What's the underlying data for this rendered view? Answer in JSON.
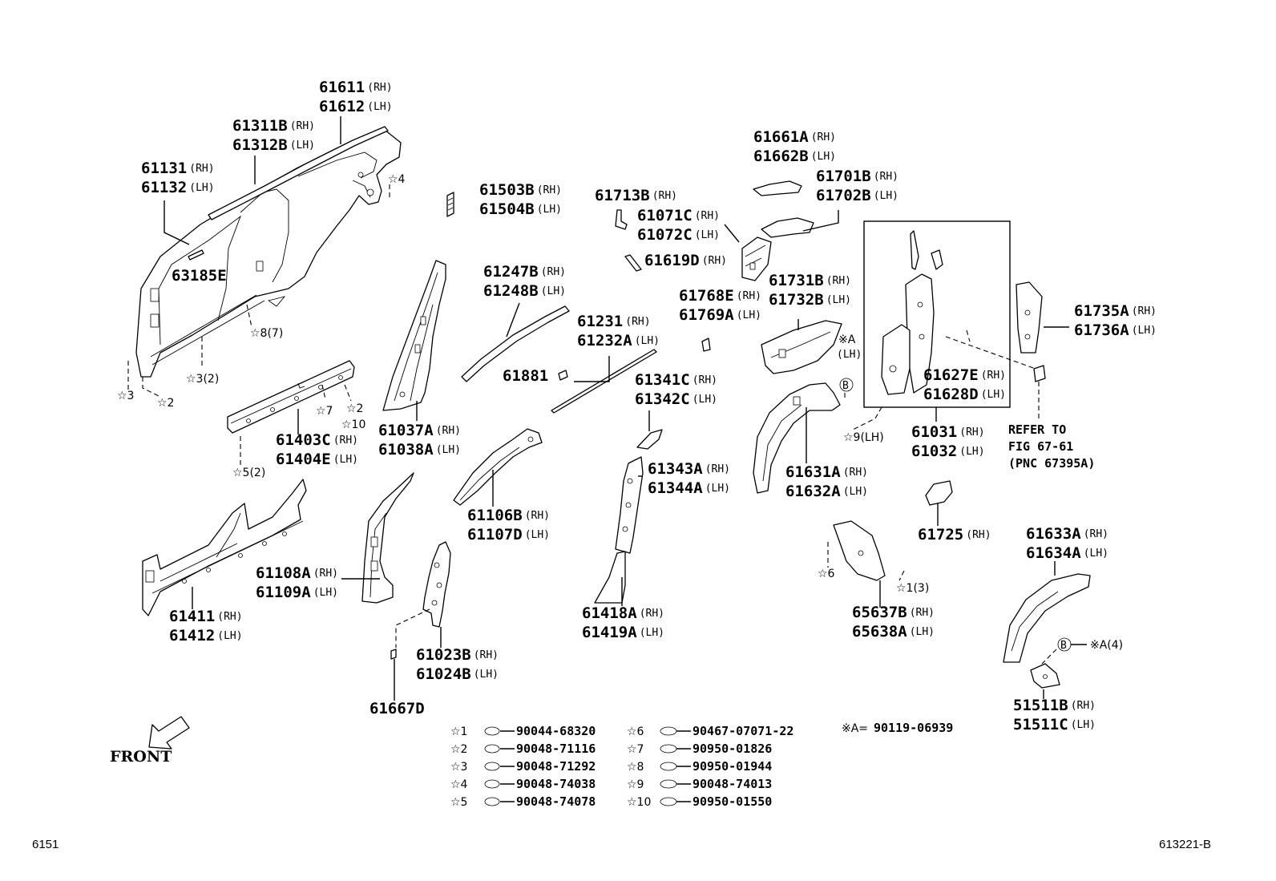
{
  "callouts": [
    {
      "lines": [
        {
          "pn": "61611",
          "side": "(RH)"
        },
        {
          "pn": "61612",
          "side": "(LH)"
        }
      ]
    },
    {
      "lines": [
        {
          "pn": "61311B",
          "side": "(RH)"
        },
        {
          "pn": "61312B",
          "side": "(LH)"
        }
      ]
    },
    {
      "lines": [
        {
          "pn": "61131",
          "side": "(RH)"
        },
        {
          "pn": "61132",
          "side": "(LH)"
        }
      ]
    },
    {
      "lines": [
        {
          "pn": "63185E",
          "side": ""
        }
      ]
    },
    {
      "lines": [
        {
          "pn": "61503B",
          "side": "(RH)"
        },
        {
          "pn": "61504B",
          "side": "(LH)"
        }
      ]
    },
    {
      "lines": [
        {
          "pn": "61713B",
          "side": "(RH)"
        }
      ]
    },
    {
      "lines": [
        {
          "pn": "61071C",
          "side": "(RH)"
        },
        {
          "pn": "61072C",
          "side": "(LH)"
        }
      ]
    },
    {
      "lines": [
        {
          "pn": "61619D",
          "side": "(RH)"
        }
      ]
    },
    {
      "lines": [
        {
          "pn": "61661A",
          "side": "(RH)"
        },
        {
          "pn": "61662B",
          "side": "(LH)"
        }
      ]
    },
    {
      "lines": [
        {
          "pn": "61701B",
          "side": "(RH)"
        },
        {
          "pn": "61702B",
          "side": "(LH)"
        }
      ]
    },
    {
      "lines": [
        {
          "pn": "61247B",
          "side": "(RH)"
        },
        {
          "pn": "61248B",
          "side": "(LH)"
        }
      ]
    },
    {
      "lines": [
        {
          "pn": "61231",
          "side": "(RH)"
        },
        {
          "pn": "61232A",
          "side": "(LH)"
        }
      ]
    },
    {
      "lines": [
        {
          "pn": "61881",
          "side": ""
        }
      ]
    },
    {
      "lines": [
        {
          "pn": "61768E",
          "side": "(RH)"
        },
        {
          "pn": "61769A",
          "side": "(LH)"
        }
      ]
    },
    {
      "lines": [
        {
          "pn": "61731B",
          "side": "(RH)"
        },
        {
          "pn": "61732B",
          "side": "(LH)"
        }
      ]
    },
    {
      "lines": [
        {
          "pn": "61735A",
          "side": "(RH)"
        },
        {
          "pn": "61736A",
          "side": "(LH)"
        }
      ]
    },
    {
      "lines": [
        {
          "pn": "61627E",
          "side": "(RH)"
        },
        {
          "pn": "61628D",
          "side": "(LH)"
        }
      ]
    },
    {
      "lines": [
        {
          "pn": "61031",
          "side": "(RH)"
        },
        {
          "pn": "61032",
          "side": "(LH)"
        }
      ]
    },
    {
      "lines": [
        {
          "pn": "61037A",
          "side": "(RH)"
        },
        {
          "pn": "61038A",
          "side": "(LH)"
        }
      ]
    },
    {
      "lines": [
        {
          "pn": "61403C",
          "side": "(RH)"
        },
        {
          "pn": "61404E",
          "side": "(LH)"
        }
      ]
    },
    {
      "lines": [
        {
          "pn": "61341C",
          "side": "(RH)"
        },
        {
          "pn": "61342C",
          "side": "(LH)"
        }
      ]
    },
    {
      "lines": [
        {
          "pn": "61631A",
          "side": "(RH)"
        },
        {
          "pn": "61632A",
          "side": "(LH)"
        }
      ]
    },
    {
      "lines": [
        {
          "pn": "61343A",
          "side": "(RH)"
        },
        {
          "pn": "61344A",
          "side": "(LH)"
        }
      ]
    },
    {
      "lines": [
        {
          "pn": "61106B",
          "side": "(RH)"
        },
        {
          "pn": "61107D",
          "side": "(LH)"
        }
      ]
    },
    {
      "lines": [
        {
          "pn": "61725",
          "side": "(RH)"
        }
      ]
    },
    {
      "lines": [
        {
          "pn": "61633A",
          "side": "(RH)"
        },
        {
          "pn": "61634A",
          "side": "(LH)"
        }
      ]
    },
    {
      "lines": [
        {
          "pn": "61108A",
          "side": "(RH)"
        },
        {
          "pn": "61109A",
          "side": "(LH)"
        }
      ]
    },
    {
      "lines": [
        {
          "pn": "61411",
          "side": "(RH)"
        },
        {
          "pn": "61412",
          "side": "(LH)"
        }
      ]
    },
    {
      "lines": [
        {
          "pn": "61418A",
          "side": "(RH)"
        },
        {
          "pn": "61419A",
          "side": "(LH)"
        }
      ]
    },
    {
      "lines": [
        {
          "pn": "65637B",
          "side": "(RH)"
        },
        {
          "pn": "65638A",
          "side": "(LH)"
        }
      ]
    },
    {
      "lines": [
        {
          "pn": "61023B",
          "side": "(RH)"
        },
        {
          "pn": "61024B",
          "side": "(LH)"
        }
      ]
    },
    {
      "lines": [
        {
          "pn": "61667D",
          "side": ""
        }
      ]
    },
    {
      "lines": [
        {
          "pn": "51511B",
          "side": "(RH)"
        },
        {
          "pn": "51511C",
          "side": "(LH)"
        }
      ]
    }
  ],
  "fastener_marks": [
    "☆4",
    "☆8(7)",
    "☆3(2)",
    "☆3",
    "☆2",
    "☆7",
    "☆2",
    "☆10",
    "☆5(2)",
    "※A",
    "(LH)",
    "B",
    "☆9(LH)",
    "☆6",
    "☆1(3)",
    "B",
    "※A(4)"
  ],
  "refer_note": [
    "REFER TO",
    "FIG 67-61",
    "(PNC 67395A)"
  ],
  "legend": [
    {
      "mark": "☆1",
      "part": "90044-68320"
    },
    {
      "mark": "☆2",
      "part": "90048-71116"
    },
    {
      "mark": "☆3",
      "part": "90048-71292"
    },
    {
      "mark": "☆4",
      "part": "90048-74038"
    },
    {
      "mark": "☆5",
      "part": "90048-74078"
    },
    {
      "mark": "☆6",
      "part": "90467-07071-22"
    },
    {
      "mark": "☆7",
      "part": "90950-01826"
    },
    {
      "mark": "☆8",
      "part": "90950-01944"
    },
    {
      "mark": "☆9",
      "part": "90048-74013"
    },
    {
      "mark": "☆10",
      "part": "90950-01550"
    }
  ],
  "legend_a": {
    "mark": "※A=",
    "part": "90119-06939"
  },
  "front_label": "FRONT",
  "figure_number": "6151",
  "illustration_code": "613221-B"
}
